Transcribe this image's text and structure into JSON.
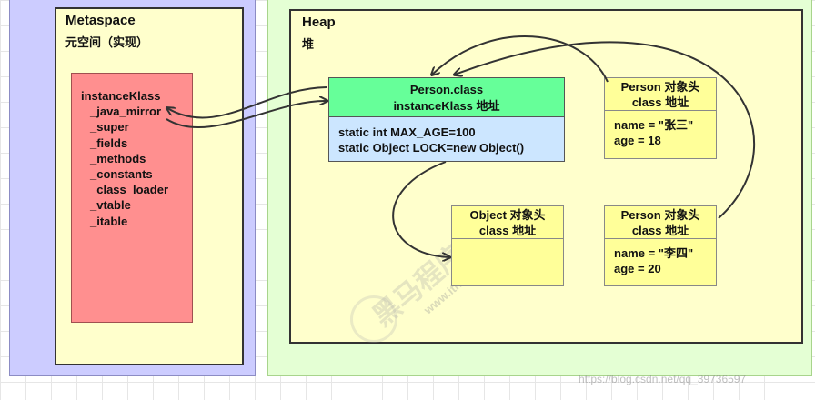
{
  "metaspace": {
    "title": "Metaspace",
    "subtitle": "元空间（实现）",
    "instance_klass": {
      "name": "instanceKlass",
      "fields": [
        "_java_mirror",
        "_super",
        "_fields",
        "_methods",
        "_constants",
        "_class_loader",
        "_vtable",
        "_itable"
      ]
    }
  },
  "heap": {
    "title": "Heap",
    "subtitle": "堆",
    "person_class": {
      "line1": "Person.class",
      "line2": "instanceKlass 地址",
      "static1": "static int  MAX_AGE=100",
      "static2": "static Object LOCK=new Object()"
    },
    "person1": {
      "head1": "Person 对象头",
      "head2": "class 地址",
      "field1": "name = \"张三\"",
      "field2": "age = 18"
    },
    "object_obj": {
      "head1": "Object 对象头",
      "head2": "class 地址"
    },
    "person2": {
      "head1": "Person 对象头",
      "head2": "class 地址",
      "field1": "name = \"李四\"",
      "field2": "age = 20"
    }
  },
  "watermark": {
    "logo": "黑马程序员",
    "url": "www.itheima.com",
    "credit": "https://blog.csdn.net/qq_39736597"
  },
  "colors": {
    "metaspace_outer": "#ccccff",
    "heap_outer": "#e4ffd4",
    "panel": "#ffffcc",
    "instance_klass": "#ff8f8f",
    "class_header": "#66ff99",
    "class_statics": "#cce6ff",
    "object_header": "#ffff99"
  }
}
